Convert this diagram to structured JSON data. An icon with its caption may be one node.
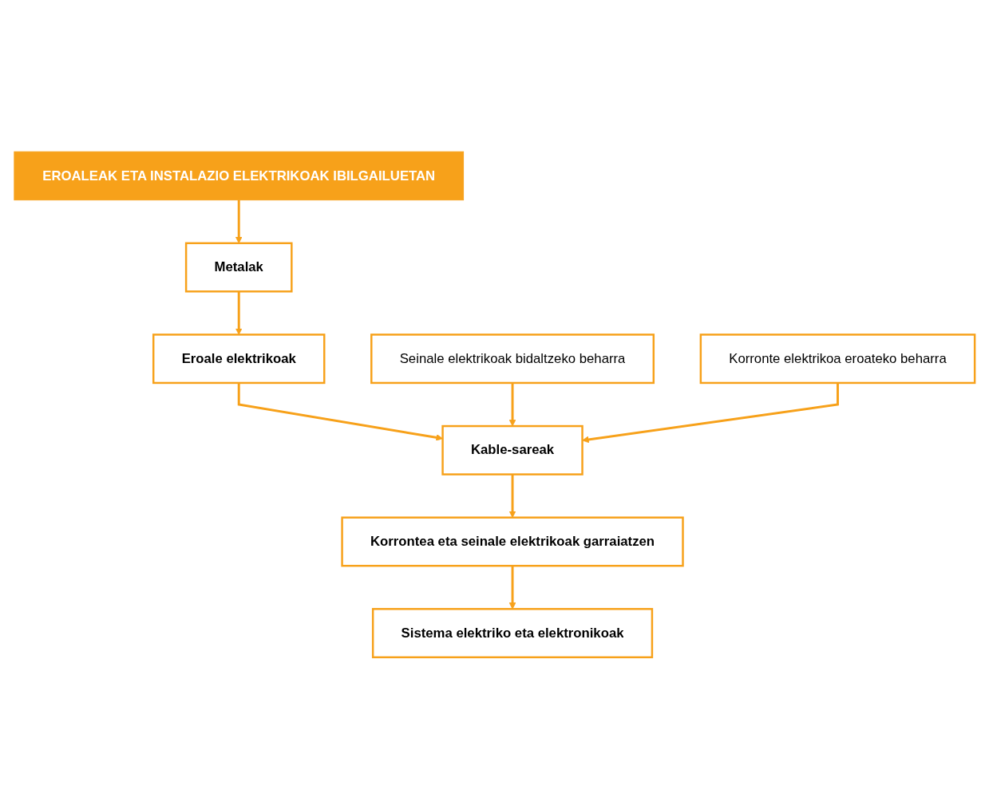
{
  "diagram": {
    "nodes": [
      {
        "text": [
          "EROALEAK ETA INSTALAZIO ELEKTRIKOAK IBILGAILUETAN"
        ]
      },
      {
        "text": [
          "Metalak"
        ]
      },
      {
        "text": [
          "Eroale elektrikoak"
        ]
      },
      {
        "text": [
          "Seinale elektrikoak bidaltzeko beharra"
        ]
      },
      {
        "text": [
          "Korronte elektrikoa eroateko beharra"
        ]
      },
      {
        "text": [
          "Kable-sareak"
        ]
      },
      {
        "text": [
          "Korrontea eta seinale elektrikoak garraiatzen"
        ]
      },
      {
        "text": [
          "Sistema elektriko eta elektronikoak"
        ]
      }
    ],
    "edges": [
      {
        "from": 0,
        "to": 1,
        "arrow": "to"
      },
      {
        "from": 1,
        "to": 2,
        "arrow": "to"
      },
      {
        "from": 2,
        "to": 5,
        "arrow": "to"
      },
      {
        "from": 3,
        "to": 5,
        "arrow": "to"
      },
      {
        "from": 4,
        "to": 5,
        "arrow": "to"
      },
      {
        "from": 5,
        "to": 6,
        "arrow": "to"
      },
      {
        "from": 6,
        "to": 7,
        "arrow": "to"
      }
    ]
  }
}
